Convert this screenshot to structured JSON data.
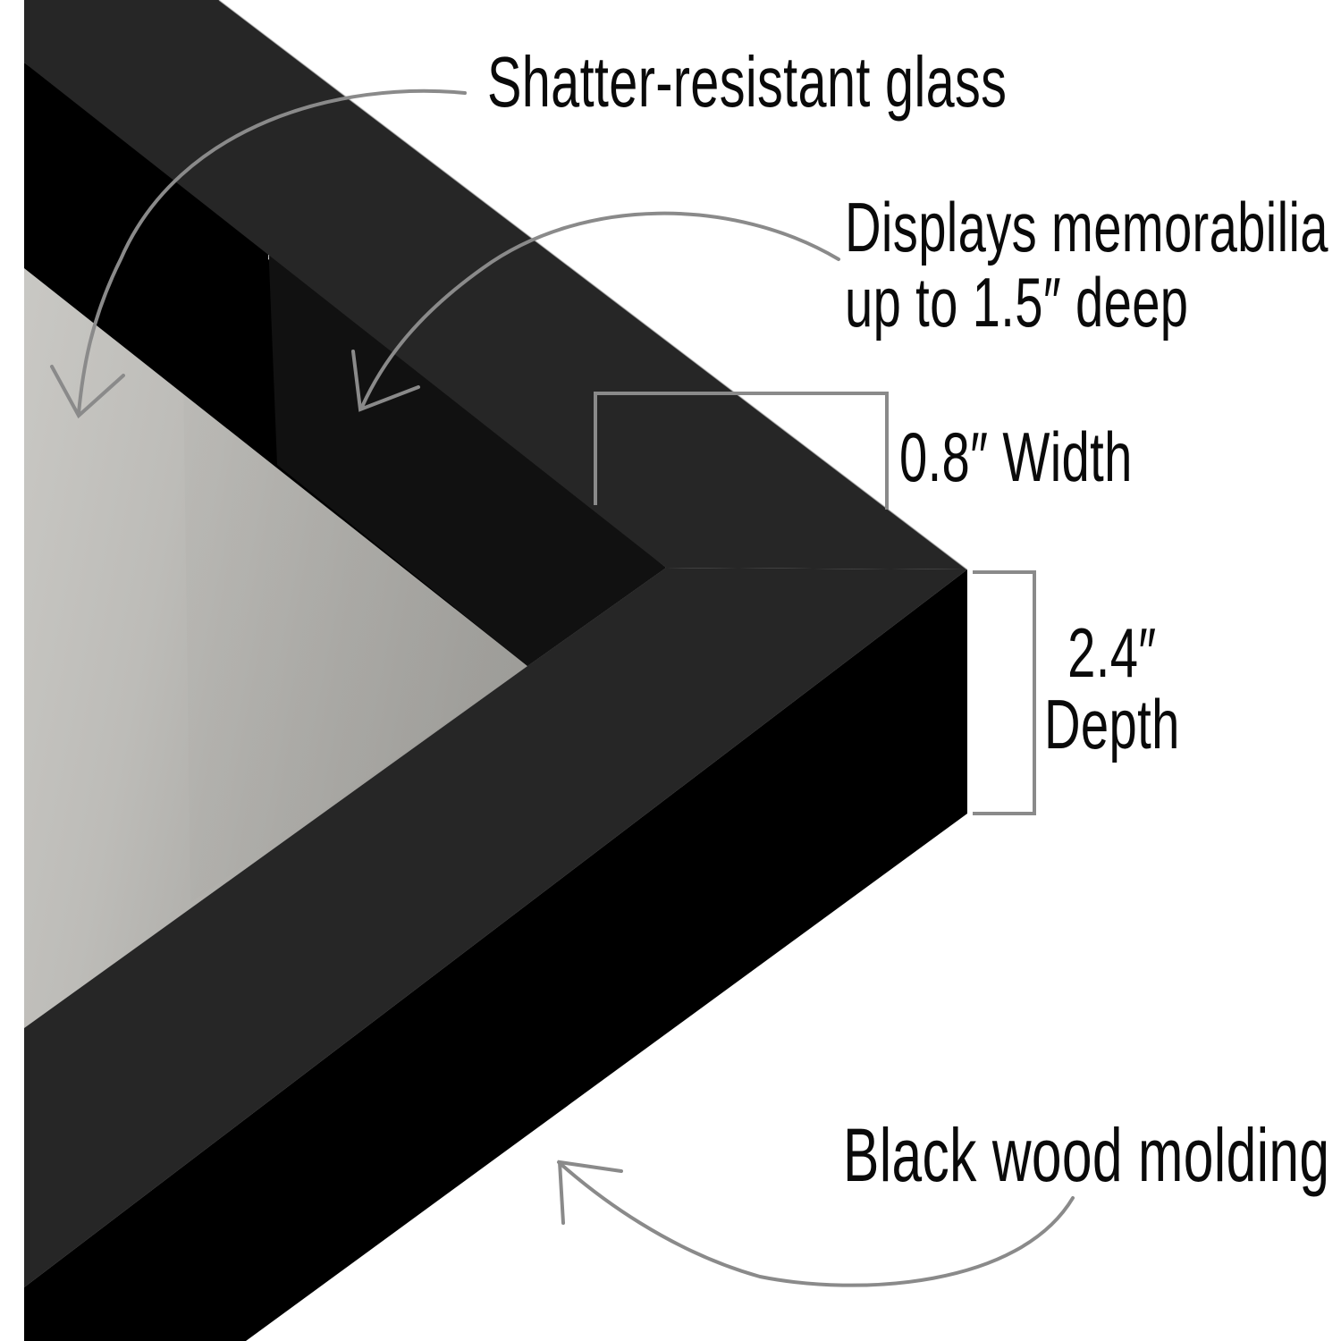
{
  "product": {
    "subject": "Black shadow box frame corner",
    "colors": {
      "background": "#ffffff",
      "frame_top_face": "#262626",
      "frame_front_face": "#000000",
      "rabbet_left": "#000000",
      "rabbet_right": "#111111",
      "backing_light": "#c9c8c4",
      "backing_dark": "#9b9a96",
      "annotation_gray": "#8a8a8a",
      "text": "#0a0a0a"
    }
  },
  "callouts": {
    "glass": {
      "label": "Shatter-resistant glass",
      "arrow_icon": "curved-arrow-down-left"
    },
    "memorabilia": {
      "line1": "Displays memorabilia",
      "line2": "up to 1.5″ deep",
      "arrow_icon": "curved-arrow-down-left"
    },
    "width": {
      "label": "0.8″ Width",
      "bracket_icon": "dimension-bracket"
    },
    "depth": {
      "value": "2.4″",
      "label": "Depth",
      "bracket_icon": "dimension-bracket"
    },
    "molding": {
      "label": "Black wood molding",
      "arrow_icon": "curved-arrow-up-left"
    }
  }
}
